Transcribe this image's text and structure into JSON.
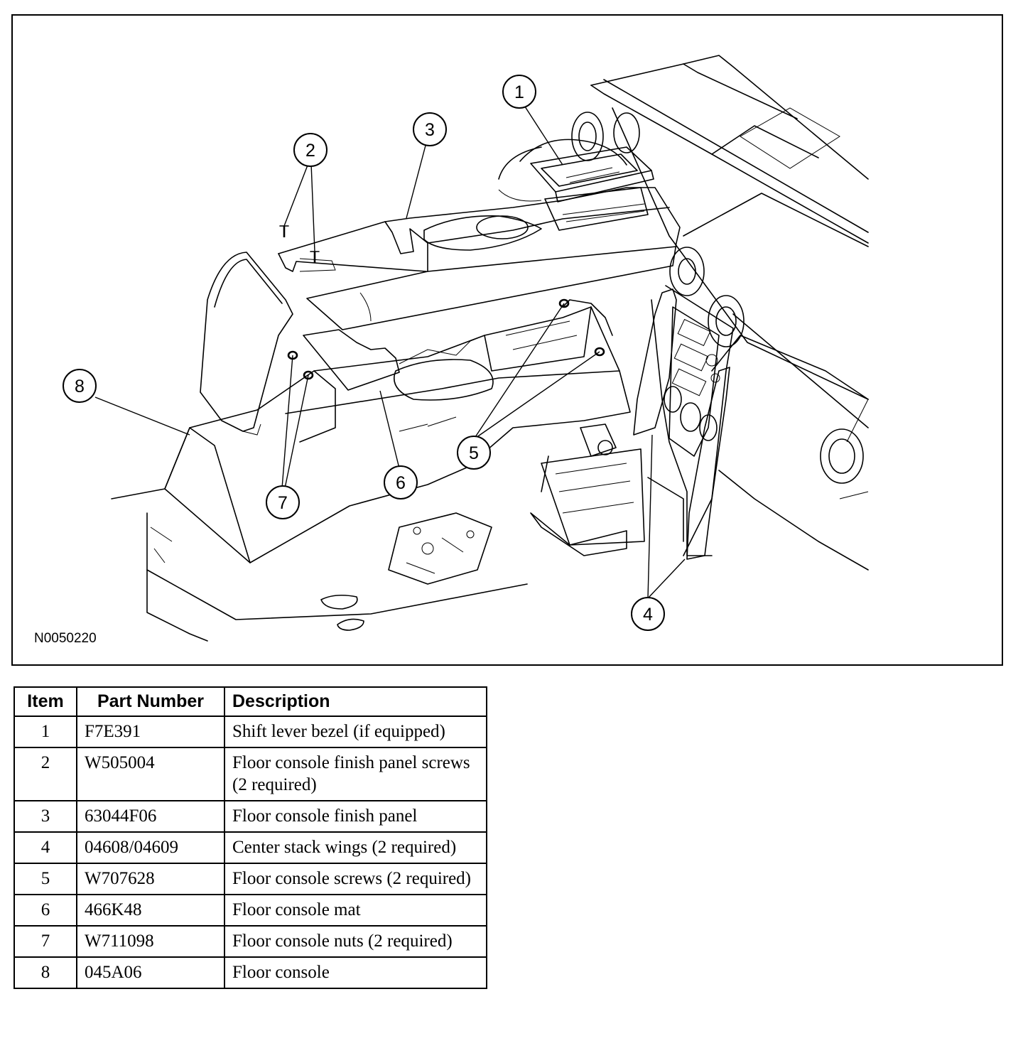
{
  "figure": {
    "id": "N0050220",
    "callouts": [
      "1",
      "2",
      "3",
      "4",
      "5",
      "6",
      "7",
      "8"
    ]
  },
  "table": {
    "headers": [
      "Item",
      "Part Number",
      "Description"
    ],
    "rows": [
      {
        "item": "1",
        "part": "F7E391",
        "desc": "Shift lever bezel (if equipped)"
      },
      {
        "item": "2",
        "part": "W505004",
        "desc": "Floor console finish panel screws (2 required)"
      },
      {
        "item": "3",
        "part": "63044F06",
        "desc": "Floor console finish panel"
      },
      {
        "item": "4",
        "part": "04608/04609",
        "desc": "Center stack wings (2 required)"
      },
      {
        "item": "5",
        "part": "W707628",
        "desc": "Floor console screws (2 required)"
      },
      {
        "item": "6",
        "part": "466K48",
        "desc": "Floor console mat"
      },
      {
        "item": "7",
        "part": "W711098",
        "desc": "Floor console nuts (2 required)"
      },
      {
        "item": "8",
        "part": "045A06",
        "desc": "Floor console"
      }
    ]
  }
}
